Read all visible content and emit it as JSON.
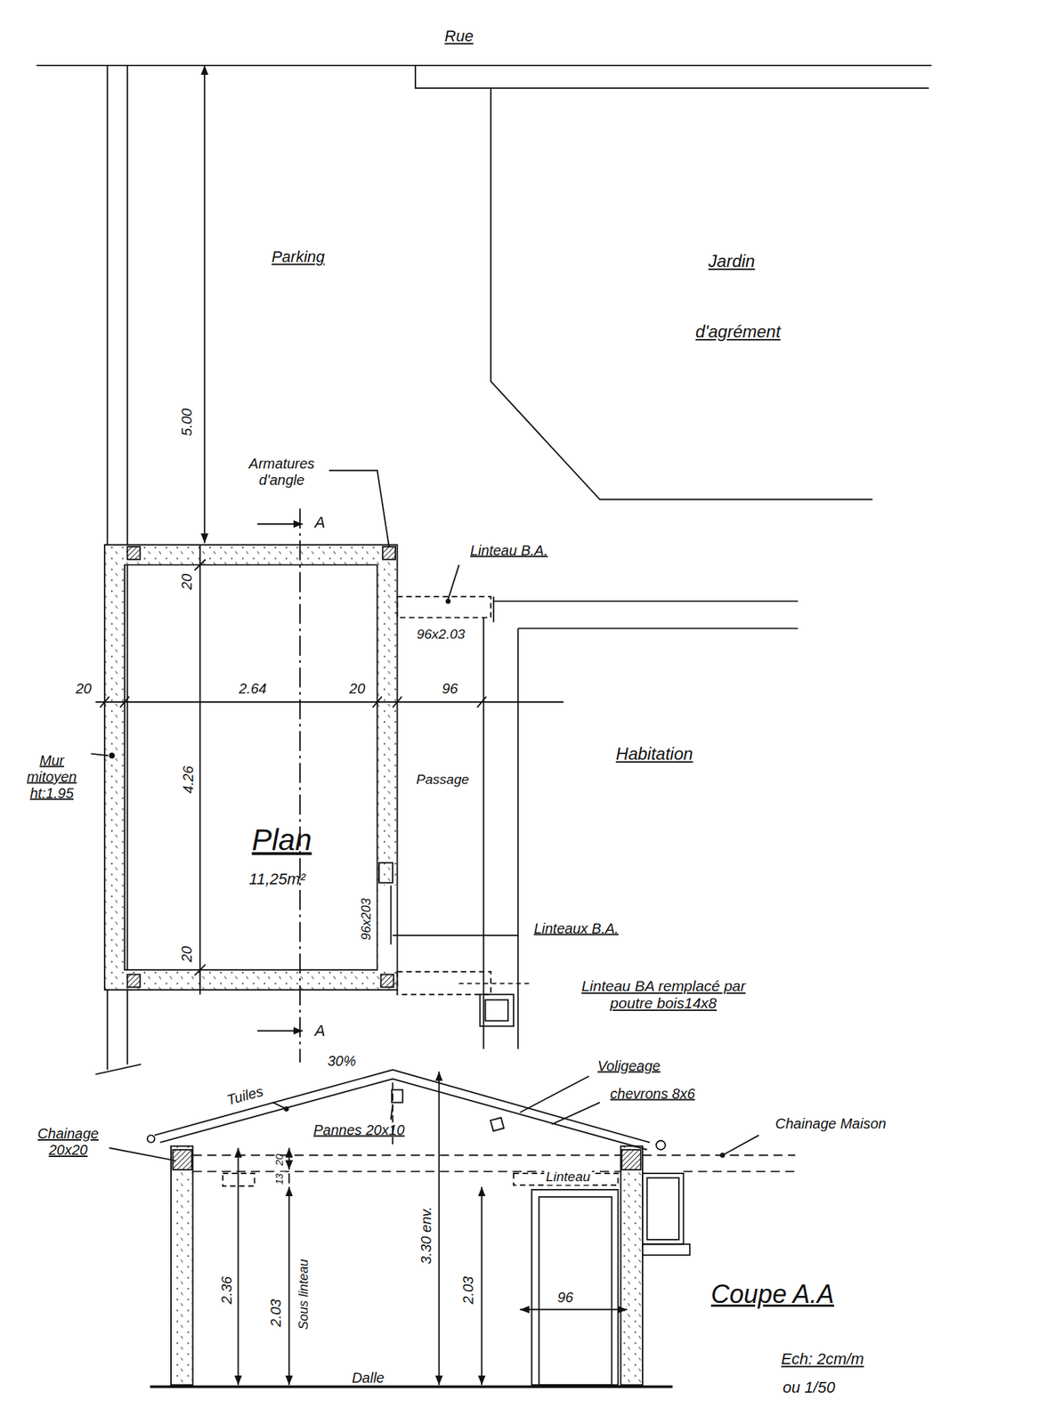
{
  "diagram": {
    "nodes": [
      {
        "text": [
          "Plan",
          "11,25m²"
        ]
      }
    ],
    "labels": [
      "Rue",
      "Parking",
      "Jardin",
      "d'agrément",
      "5.00",
      "Armatures d'angle",
      "A",
      "Linteau B.A.",
      "96x2.03",
      "20",
      "20",
      "2.64",
      "20",
      "96",
      "Habitation",
      "Mur mitoyen ht:1.95",
      "Passage",
      "4.26",
      "96x203",
      "Linteaux B.A.",
      "20",
      "Linteau BA remplacé par poutre bois14x8",
      "A",
      "30%",
      "Tuiles",
      "Voligeage",
      "chevrons 8x6",
      "Chainage Maison",
      "Chainage 20x20",
      "Pannes 20x10",
      "20",
      "13",
      "Linteau",
      "2.36",
      "2.03",
      "Sous linteau",
      "3.30 env.",
      "2.03",
      "96",
      "Coupe A.A",
      "Dalle",
      "Ech: 2cm/m",
      "ou 1/50"
    ]
  }
}
